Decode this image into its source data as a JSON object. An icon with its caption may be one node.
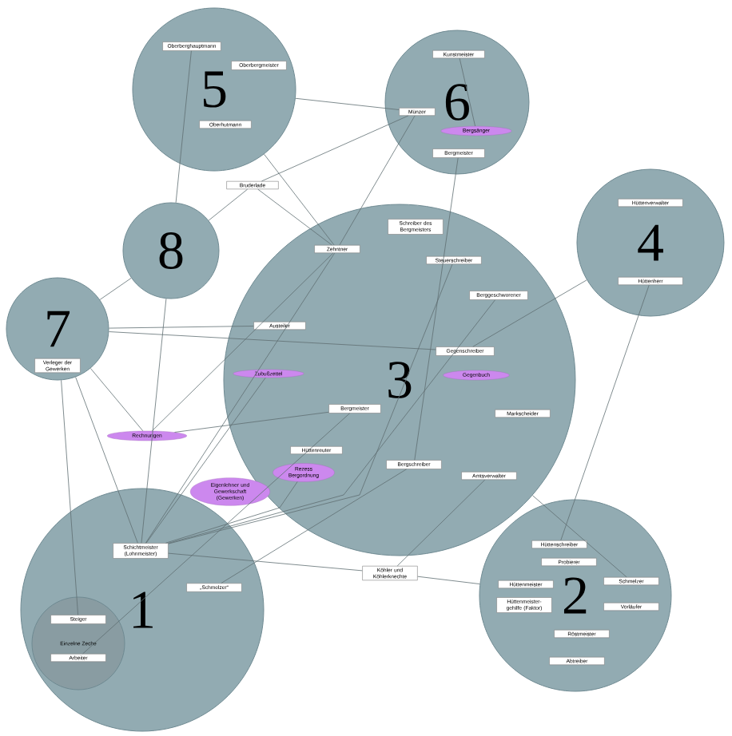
{
  "diagram": {
    "nodes": [
      {
        "text": [
          "5"
        ]
      },
      {
        "text": [
          "Oberberghauptmann"
        ],
        "in": 0
      },
      {
        "text": [
          "Oberbergmeister"
        ],
        "in": 0
      },
      {
        "text": [
          "Oberhutmann"
        ],
        "in": 0
      },
      {
        "text": [
          "6"
        ]
      },
      {
        "text": [
          "Kunstmeister"
        ],
        "in": 4
      },
      {
        "text": [
          "Münzer"
        ],
        "in": 4
      },
      {
        "text": [
          "Bergsänger"
        ],
        "in": 4
      },
      {
        "text": [
          "Bergmeister"
        ],
        "in": 4
      },
      {
        "text": [
          "Bruderlade"
        ]
      },
      {
        "text": [
          "8"
        ]
      },
      {
        "text": [
          "3"
        ]
      },
      {
        "text": [
          "Zehntner"
        ],
        "in": 11
      },
      {
        "text": [
          "Schreiber des Bergmeisters"
        ],
        "in": 11
      },
      {
        "text": [
          "Steuerschreiber"
        ],
        "in": 11
      },
      {
        "text": [
          "Berggeschworener"
        ],
        "in": 11
      },
      {
        "text": [
          "Austeiler"
        ],
        "in": 11
      },
      {
        "text": [
          "Zubußzettel"
        ],
        "in": 11
      },
      {
        "text": [
          "Gegenschreiber"
        ],
        "in": 11
      },
      {
        "text": [
          "Gegenbuch"
        ],
        "in": 11
      },
      {
        "text": [
          "Bergmeister"
        ],
        "in": 11
      },
      {
        "text": [
          "Markscheider"
        ],
        "in": 11
      },
      {
        "text": [
          "Hüttenreuter"
        ],
        "in": 11
      },
      {
        "text": [
          "Rezess Bergordnung"
        ],
        "in": 11
      },
      {
        "text": [
          "Bergschreiber"
        ],
        "in": 11
      },
      {
        "text": [
          "Amtsverwalter"
        ],
        "in": 11
      },
      {
        "text": [
          "4"
        ]
      },
      {
        "text": [
          "Hüttenverwalter"
        ],
        "in": 26
      },
      {
        "text": [
          "Hüttenherr"
        ],
        "in": 26
      },
      {
        "text": [
          "7"
        ]
      },
      {
        "text": [
          "Verleger der Gewerken"
        ],
        "in": 29
      },
      {
        "text": [
          "Rechnungen"
        ]
      },
      {
        "text": [
          "Eigenlehner und Gewerkschaft (Gewerken)"
        ]
      },
      {
        "text": [
          "1"
        ]
      },
      {
        "text": [
          "Schichtmeister (Lohnmeister)"
        ],
        "in": 33
      },
      {
        "text": [
          "„Schmelzer“"
        ],
        "in": 33
      },
      {
        "text": [
          "Einzelne Zeche"
        ],
        "in": 33
      },
      {
        "text": [
          "Steiger"
        ],
        "in": 36
      },
      {
        "text": [
          "Arbeiter"
        ],
        "in": 36
      },
      {
        "text": [
          "Köhler und Köhlerknechte"
        ]
      },
      {
        "text": [
          "2"
        ]
      },
      {
        "text": [
          "Hüttenschreiber"
        ],
        "in": 40
      },
      {
        "text": [
          "Probierer"
        ],
        "in": 40
      },
      {
        "text": [
          "Schmelzer"
        ],
        "in": 40
      },
      {
        "text": [
          "Hüttenmeister"
        ],
        "in": 40
      },
      {
        "text": [
          "Hüttenmeister-gehilfe (Faktor)"
        ],
        "in": 40
      },
      {
        "text": [
          "Vorläufer"
        ],
        "in": 40
      },
      {
        "text": [
          "Röstmeister"
        ],
        "in": 40
      },
      {
        "text": [
          "Abtreiber"
        ],
        "in": 40
      }
    ],
    "edges": [
      {
        "from": 1,
        "to": 10,
        "arrow": "none"
      },
      {
        "from": 0,
        "to": 6,
        "arrow": "none"
      },
      {
        "from": 9,
        "to": 10,
        "arrow": "none"
      },
      {
        "from": 9,
        "to": 6,
        "arrow": "none"
      },
      {
        "from": 9,
        "to": 12,
        "arrow": "none"
      },
      {
        "from": 0,
        "to": 12,
        "arrow": "none"
      },
      {
        "from": 10,
        "to": 29,
        "arrow": "none"
      },
      {
        "from": 29,
        "to": 16,
        "arrow": "none"
      },
      {
        "from": 29,
        "to": 18,
        "arrow": "none"
      },
      {
        "from": 29,
        "to": 31,
        "arrow": "none"
      },
      {
        "from": 29,
        "to": 37,
        "arrow": "none"
      },
      {
        "from": 29,
        "to": 34,
        "arrow": "none"
      },
      {
        "from": 31,
        "to": 12,
        "arrow": "none"
      },
      {
        "from": 31,
        "to": 20,
        "arrow": "none"
      },
      {
        "from": 12,
        "to": 34,
        "arrow": "none"
      },
      {
        "from": 14,
        "to": 34,
        "arrow": "none"
      },
      {
        "from": 15,
        "to": 34,
        "arrow": "none"
      },
      {
        "from": 8,
        "to": 24,
        "arrow": "none"
      },
      {
        "from": 28,
        "to": 41,
        "arrow": "none"
      },
      {
        "from": 26,
        "to": 18,
        "arrow": "none"
      },
      {
        "from": 25,
        "to": 39,
        "arrow": "none"
      },
      {
        "from": 39,
        "to": 34,
        "arrow": "none"
      },
      {
        "from": 39,
        "to": 40,
        "arrow": "none"
      },
      {
        "from": 20,
        "to": 38,
        "arrow": "none"
      },
      {
        "from": 11,
        "to": 43,
        "arrow": "none"
      },
      {
        "from": 5,
        "to": 7,
        "arrow": "none"
      },
      {
        "from": 6,
        "to": 12,
        "arrow": "none"
      },
      {
        "from": 35,
        "to": 24,
        "arrow": "none"
      },
      {
        "from": 17,
        "to": 34,
        "arrow": "none"
      },
      {
        "from": 23,
        "to": 34,
        "arrow": "none"
      },
      {
        "from": 10,
        "to": 34,
        "arrow": "none"
      }
    ]
  }
}
